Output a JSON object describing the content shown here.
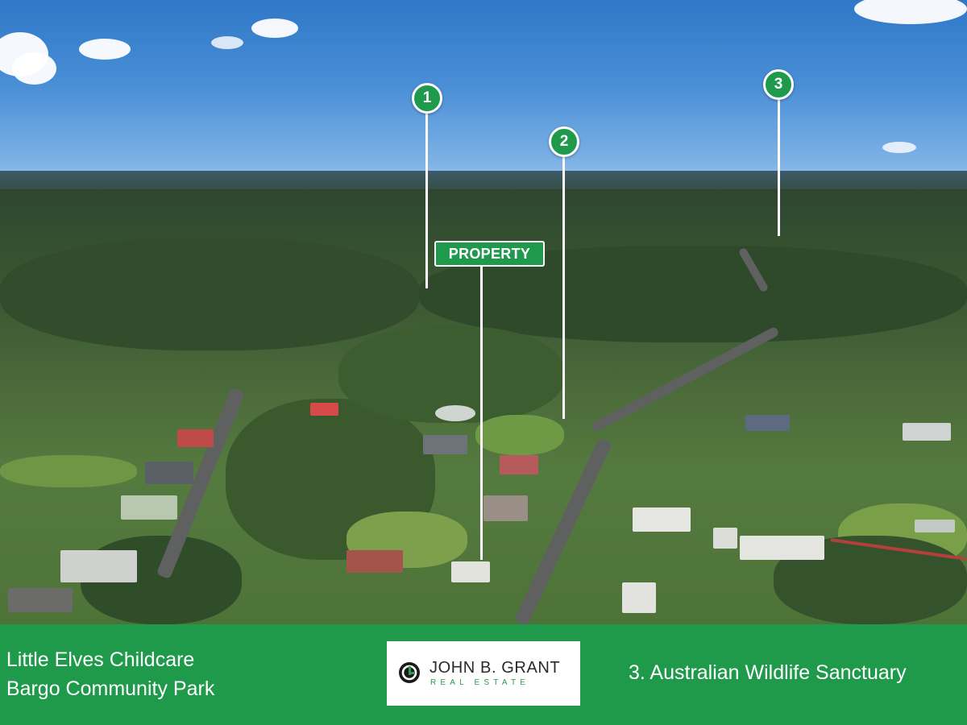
{
  "markers": [
    {
      "number": "1"
    },
    {
      "number": "2"
    },
    {
      "number": "3"
    }
  ],
  "property_label": "PROPERTY",
  "legend": {
    "item1": ". Little Elves Childcare",
    "item2": ". Bargo Community Park",
    "item3": "3. Australian Wildlife Sanctuary"
  },
  "logo": {
    "name": "JOHN B. GRANT",
    "sub": "REAL ESTATE",
    "icon": "jbg-logo-icon"
  },
  "colors": {
    "brand_green": "#1e9a4a",
    "pin_green": "#1f9a4c",
    "white": "#ffffff"
  }
}
